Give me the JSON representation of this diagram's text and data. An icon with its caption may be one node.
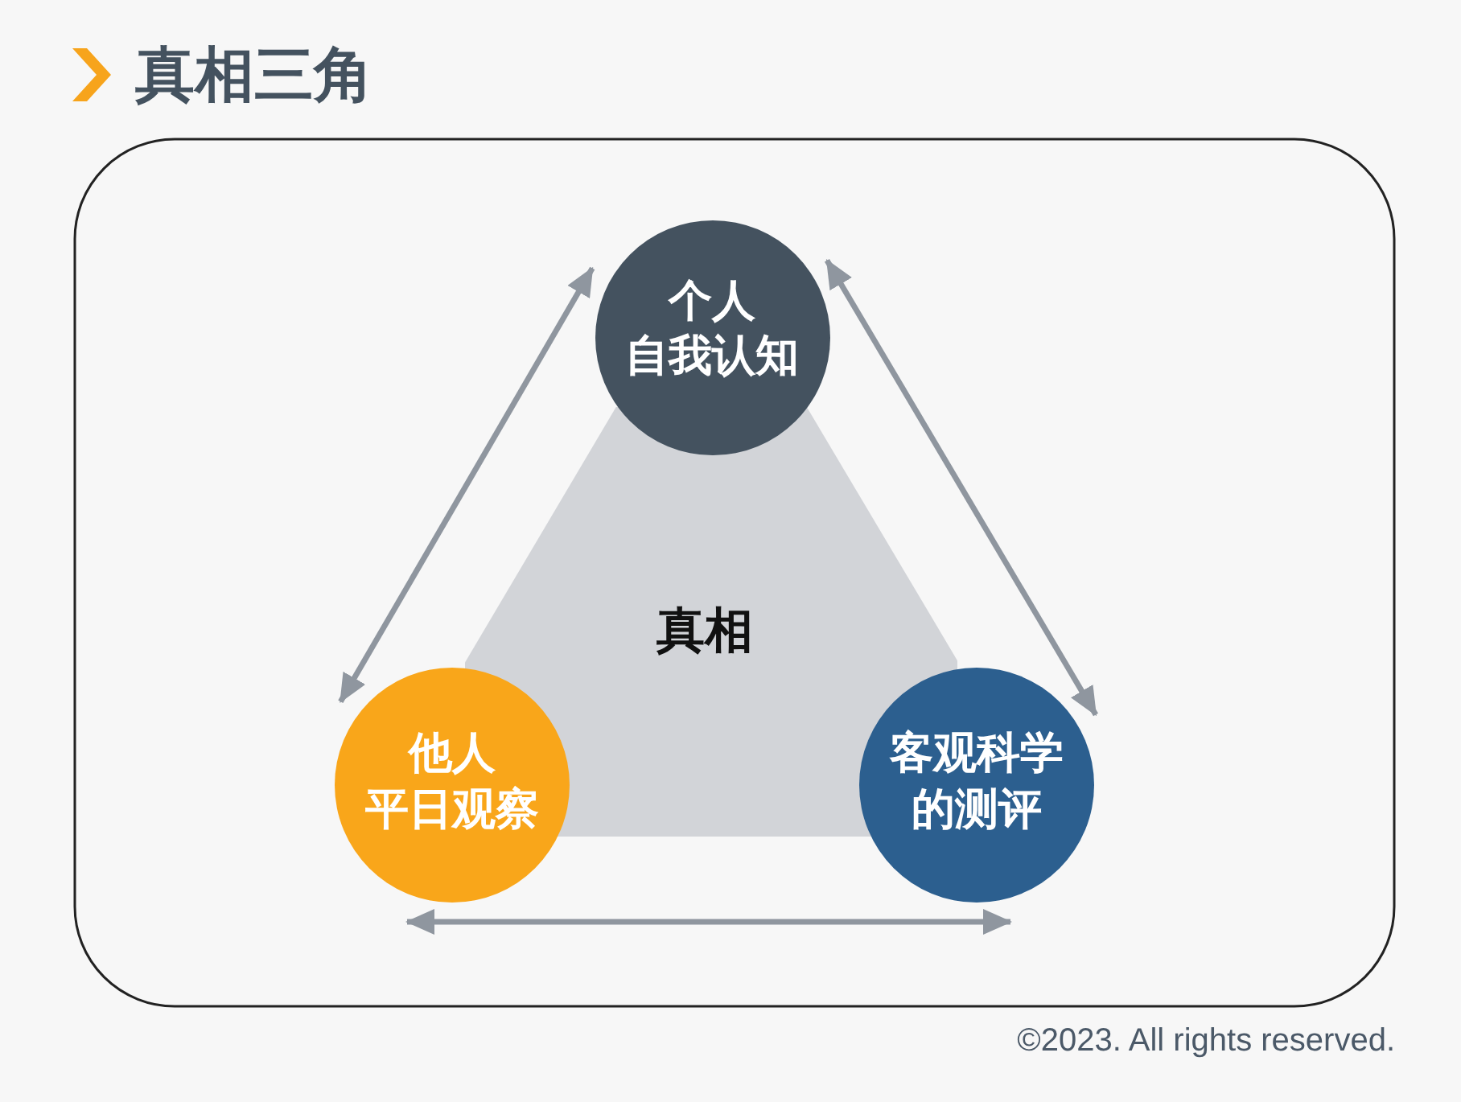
{
  "diagram": {
    "title": "真相三角",
    "nodes": [
      {
        "text": [
          "个人",
          "自我认知"
        ]
      },
      {
        "text": [
          "真相"
        ]
      },
      {
        "text": [
          "他人",
          "平日观察"
        ]
      },
      {
        "text": [
          "客观科学的测评"
        ]
      }
    ],
    "edges": [
      {
        "from": 0,
        "to": 2,
        "arrow": "both"
      },
      {
        "from": 0,
        "to": 3,
        "arrow": "both"
      },
      {
        "from": 2,
        "to": 3,
        "arrow": "both"
      }
    ],
    "labels": [
      "©2023. All rights reserved."
    ]
  }
}
